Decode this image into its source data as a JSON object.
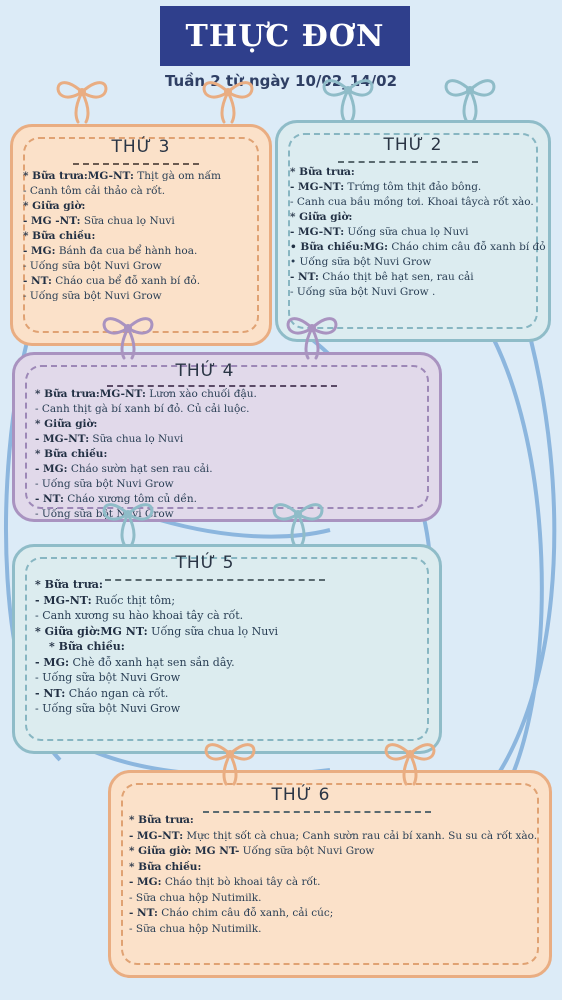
{
  "header": {
    "title": "THỰC ĐƠN",
    "subtitle": "Tuần 2 từ ngày 10/02_14/02"
  },
  "days": {
    "thu3": {
      "name": "THỨ 3",
      "l1_a": "* Bữa trưa:MG-NT:",
      "l1_b": " Thịt gà om nấm",
      "l2": "-    Canh tôm cải thảo cà rốt.",
      "l3": "* Giữa giờ:",
      "l4_a": "- MG -NT:",
      "l4_b": " Sữa chua lọ Nuvi",
      "l5": "* Bữa chiều:",
      "l6_a": "-    MG:",
      "l6_b": " Bánh đa cua bể hành hoa.",
      "l7": "-    Uống sữa bột Nuvi Grow",
      "l8_a": "-    NT:",
      "l8_b": " Cháo cua bể đỗ xanh bí đỏ.",
      "l9": "-    Uống sữa bột Nuvi Grow"
    },
    "thu2": {
      "name": "THỨ 2",
      "l1": "* Bữa trưa:",
      "l2_a": "-    MG-NT:",
      "l2_b": " Trứng tôm thịt đảo bông.",
      "l3": "-    Canh cua bầu mồng tơi. Khoai tâycà rốt xào.",
      "l4": "* Giữa giờ:",
      "l5_a": "-    MG-NT:",
      "l5_b": " Uống sữa chua lọ Nuvi",
      "l6_a": "•   Bữa chiều:MG:",
      "l6_b": " Cháo chim câu đỗ xanh bí đỏ",
      "l7": "•   Uống sữa bột Nuvi Grow",
      "l8_a": "-    NT:",
      "l8_b": " Cháo thịt bê hạt sen, rau cải",
      "l9": "- Uống sữa bột Nuvi Grow ."
    },
    "thu4": {
      "name": "THỨ 4",
      "l1_a": "* Bữa trưa:MG-NT:",
      "l1_b": " Lươn xào chuối đậu.",
      "l2": "-    Canh thịt gà bí xanh bí đỏ. Củ cải luộc.",
      "l3": "* Giữa giờ:",
      "l4_a": "- MG-NT:",
      "l4_b": " Sữa chua lọ Nuvi",
      "l5": "* Bữa chiều:",
      "l6_a": "-    MG:",
      "l6_b": " Cháo sườn hạt sen rau cải.",
      "l7": "-    Uống sữa bột Nuvi Grow",
      "l8_a": "-    NT:",
      "l8_b": " Cháo xương tôm củ dền.",
      "l9": "-    Uống sữa bột Nuvi Grow"
    },
    "thu5": {
      "name": "THỨ 5",
      "l1": "* Bữa trưa:",
      "l2_a": "-    MG-NT:",
      "l2_b": " Ruốc thịt tôm;",
      "l3": "-    Canh xương su hào khoai tây cà rốt.",
      "l4_a": "* Giữa giờ:MG NT:",
      "l4_b": " Uống sữa chua lọ Nuvi",
      "l5": "* Bữa chiều:",
      "l6_a": "-    MG:",
      "l6_b": " Chè đỗ xanh hạt sen sắn dây.",
      "l7": "-    Uống sữa bột Nuvi Grow",
      "l8_a": "-     NT:",
      "l8_b": " Cháo ngan cà rốt.",
      "l9": "-    Uống sữa bột Nuvi Grow"
    },
    "thu6": {
      "name": "THỨ 6",
      "l1": "* Bữa trưa:",
      "l2_a": "-    MG-NT:",
      "l2_b": " Mực thịt sốt cà chua; Canh sườn rau cải bí xanh. Su su cà rốt xào.",
      "l3_a": "* Giữa giờ: MG NT-",
      "l3_b": " Uống sữa bột Nuvi Grow",
      "l4": "* Bữa chiều:",
      "l5_a": "-    MG:",
      "l5_b": " Cháo thịt bò khoai tây cà rốt.",
      "l6": "-    Sữa chua hộp  Nutimilk.",
      "l7_a": "-    NT:",
      "l7_b": " Cháo chim câu đỗ xanh, cải cúc;",
      "l8": "-     Sữa chua hộp  Nutimilk."
    }
  },
  "colors": {
    "background": "#dcebf7",
    "banner": "#2f3f8c",
    "orange_card": "#fbe1c9",
    "blue_card": "#dcecf0",
    "purple_card": "#e1d9ea",
    "string_blue": "#8cb6de"
  }
}
